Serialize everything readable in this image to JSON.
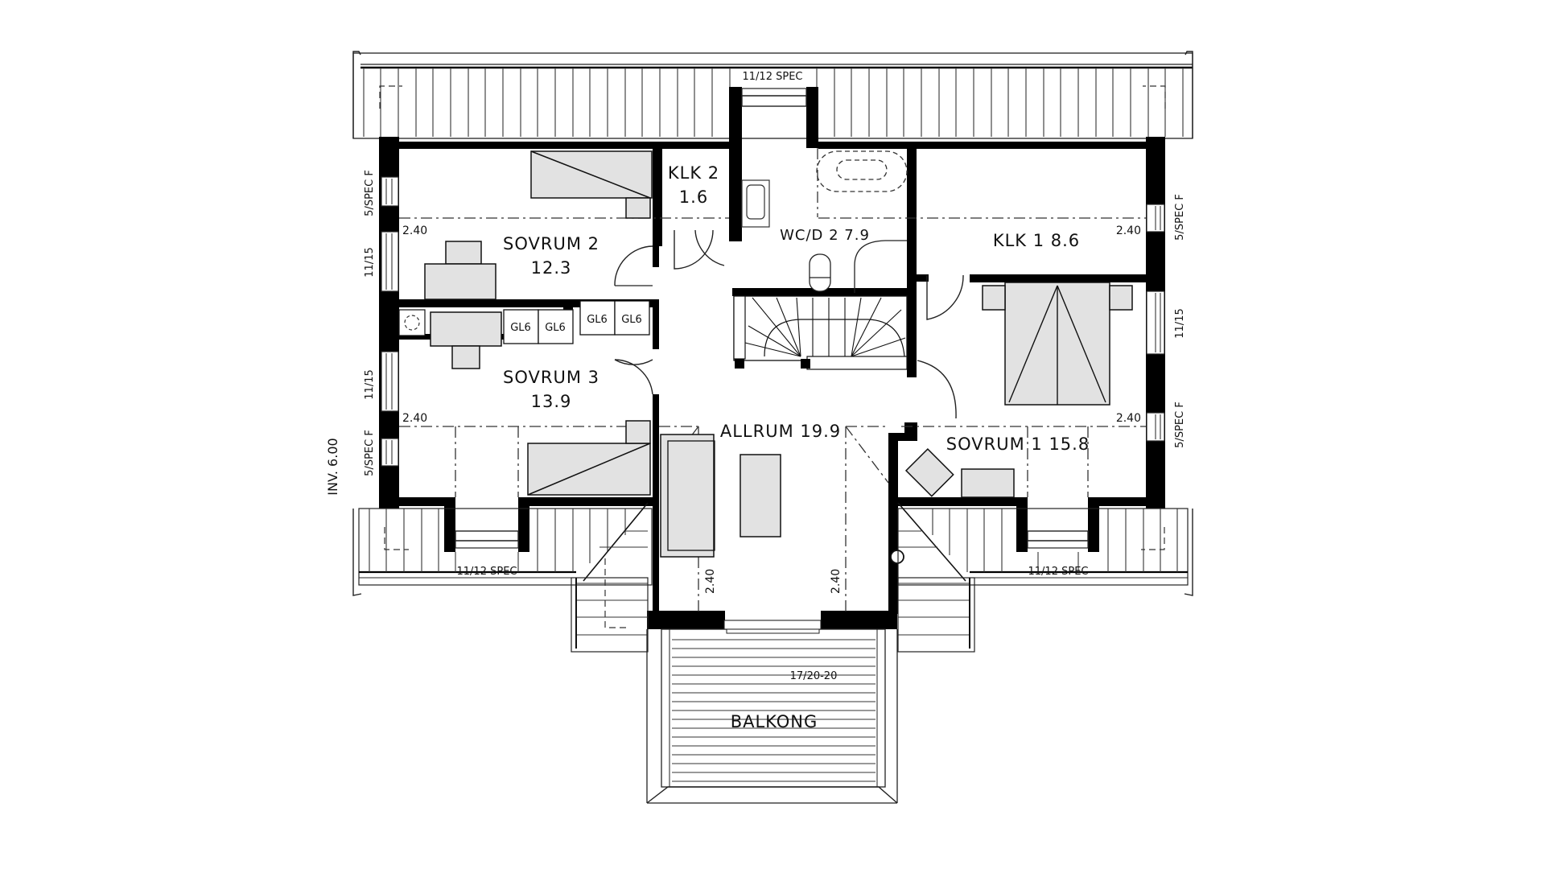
{
  "drawing": {
    "type": "floor-plan",
    "level_label": "INV. 6.00",
    "colors": {
      "wall": "#000000",
      "furniture": "#e2e2e2",
      "background": "#ffffff",
      "line": "#222222"
    }
  },
  "rooms": {
    "sovrum2": {
      "name": "SOVRUM 2",
      "area": "12.3"
    },
    "klk2": {
      "name": "KLK 2",
      "area": "1.6"
    },
    "wcd2": {
      "name": "WC/D 2",
      "area": "7.9",
      "label": "WC/D 2  7.9"
    },
    "klk1": {
      "name": "KLK 1",
      "area": "8.6",
      "label": "KLK 1  8.6"
    },
    "sovrum3": {
      "name": "SOVRUM 3",
      "area": "13.9"
    },
    "allrum": {
      "name": "ALLRUM",
      "area": "19.9",
      "label": "ALLRUM  19.9"
    },
    "sovrum1": {
      "name": "SOVRUM 1",
      "area": "15.8",
      "label": "SOVRUM 1  15.8"
    },
    "balkong": {
      "name": "BALKONG"
    }
  },
  "wardrobes": [
    "GL6",
    "GL6",
    "GL6",
    "GL6"
  ],
  "windows": {
    "top_center": "11/12 SPEC",
    "bottom_left": "11/12 SPEC",
    "bottom_right": "11/12 SPEC",
    "left_upper_small": "5/SPEC F",
    "left_upper_large": "11/15",
    "left_lower_large": "11/15",
    "left_lower_small": "5/SPEC F",
    "right_upper_small": "5/SPEC F",
    "right_large": "11/15",
    "right_lower_small": "5/SPEC F",
    "balcony_door": "17/20-20"
  },
  "ceiling_heights": {
    "sovrum2": "2.40",
    "sovrum3": "2.40",
    "klk1": "2.40",
    "sovrum1": "2.40",
    "allrum_left": "2.40",
    "allrum_right": "2.40"
  }
}
